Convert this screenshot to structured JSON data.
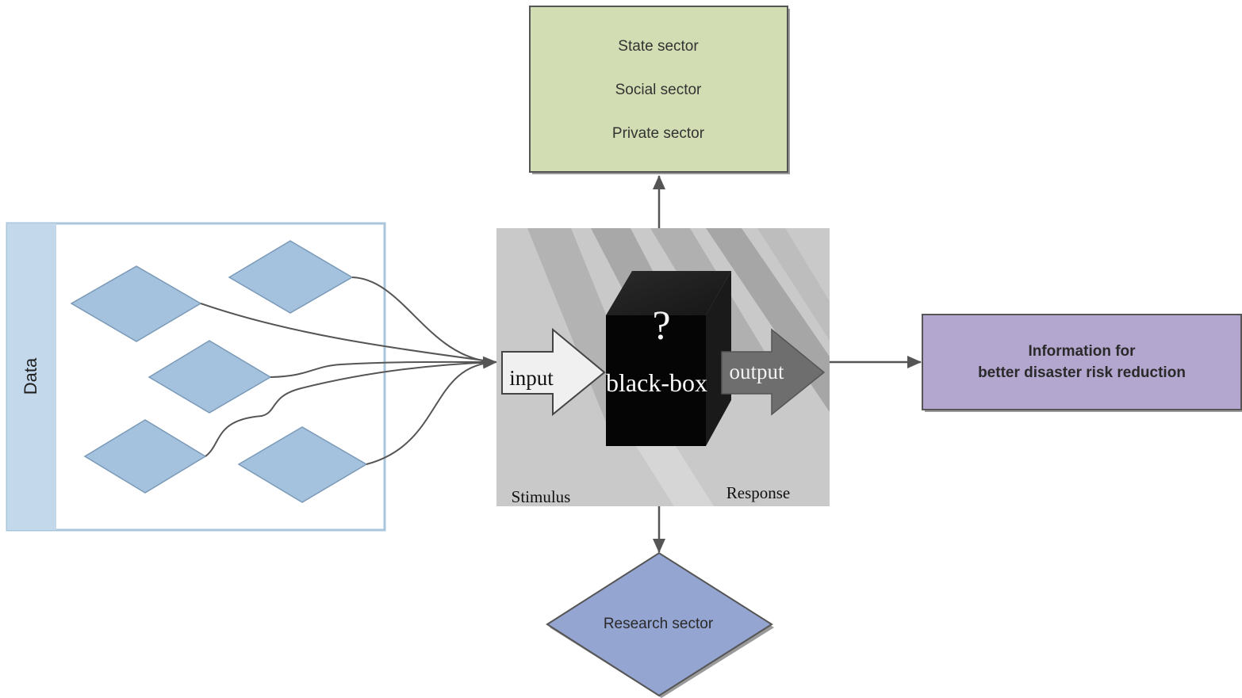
{
  "data_panel": {
    "label": "Data",
    "item_count": 5,
    "colors": {
      "band": "#c4d8ec",
      "diamond": "#a4c2de",
      "border": "#a9c6dc"
    }
  },
  "sectors_box": {
    "lines": [
      "State sector",
      "Social sector",
      "Private sector"
    ],
    "fill": "#d3ddb3"
  },
  "black_box": {
    "center_label": "black-box",
    "question_mark": "?",
    "input_label": "input",
    "output_label": "output",
    "stimulus_label": "Stimulus",
    "response_label": "Response"
  },
  "result_box": {
    "line1": "Information for",
    "line2": "better disaster risk reduction",
    "fill": "#b4a7cf"
  },
  "research": {
    "label": "Research sector",
    "fill": "#95a5d2"
  },
  "arrow_color": "#555555"
}
